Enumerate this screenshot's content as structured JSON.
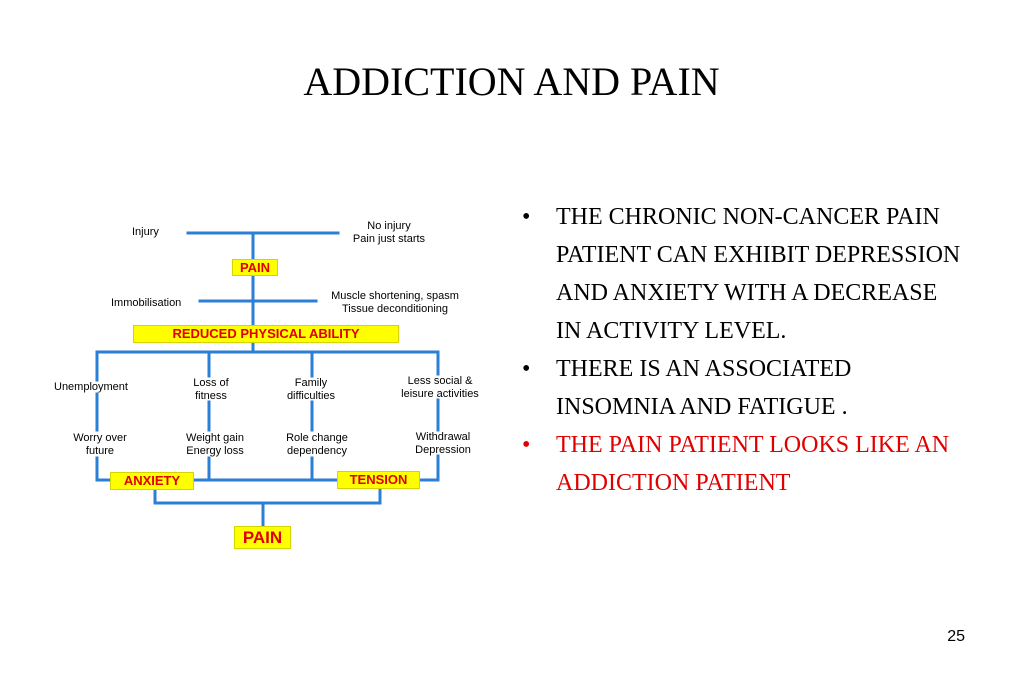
{
  "title": "ADDICTION AND PAIN",
  "diagram": {
    "injury": "Injury",
    "no_injury": [
      "No injury",
      "Pain just starts"
    ],
    "pain_top": "PAIN",
    "immobilisation": "Immobilisation",
    "muscle": [
      "Muscle shortening, spasm",
      "Tissue deconditioning"
    ],
    "reduced": "REDUCED PHYSICAL ABILITY",
    "unemployment": "Unemployment",
    "loss_fitness": [
      "Loss of",
      "fitness"
    ],
    "family": [
      "Family",
      "difficulties"
    ],
    "less_social": [
      "Less social &",
      "leisure activities"
    ],
    "worry": [
      "Worry over",
      "future"
    ],
    "weight_gain": [
      "Weight gain",
      "Energy loss"
    ],
    "role_change": [
      "Role change",
      "dependency"
    ],
    "withdrawal": [
      "Withdrawal",
      "Depression"
    ],
    "anxiety": "ANXIETY",
    "tension": "TENSION",
    "pain_bottom": "PAIN",
    "colors": {
      "line": "#2b7fd4",
      "box_fill": "#ffff00",
      "box_text": "#e00000"
    }
  },
  "bullets": [
    {
      "text": "THE CHRONIC NON-CANCER PAIN PATIENT CAN EXHIBIT DEPRESSION AND ANXIETY WITH A DECREASE IN ACTIVITY LEVEL.",
      "color": "#000000"
    },
    {
      "text": "THERE IS AN ASSOCIATED INSOMNIA AND FATIGUE .",
      "color": "#000000"
    },
    {
      "text": "THE PAIN PATIENT LOOKS LIKE AN ADDICTION PATIENT",
      "color": "#e00000"
    }
  ],
  "bullet_glyph": "•",
  "page_number": "25"
}
